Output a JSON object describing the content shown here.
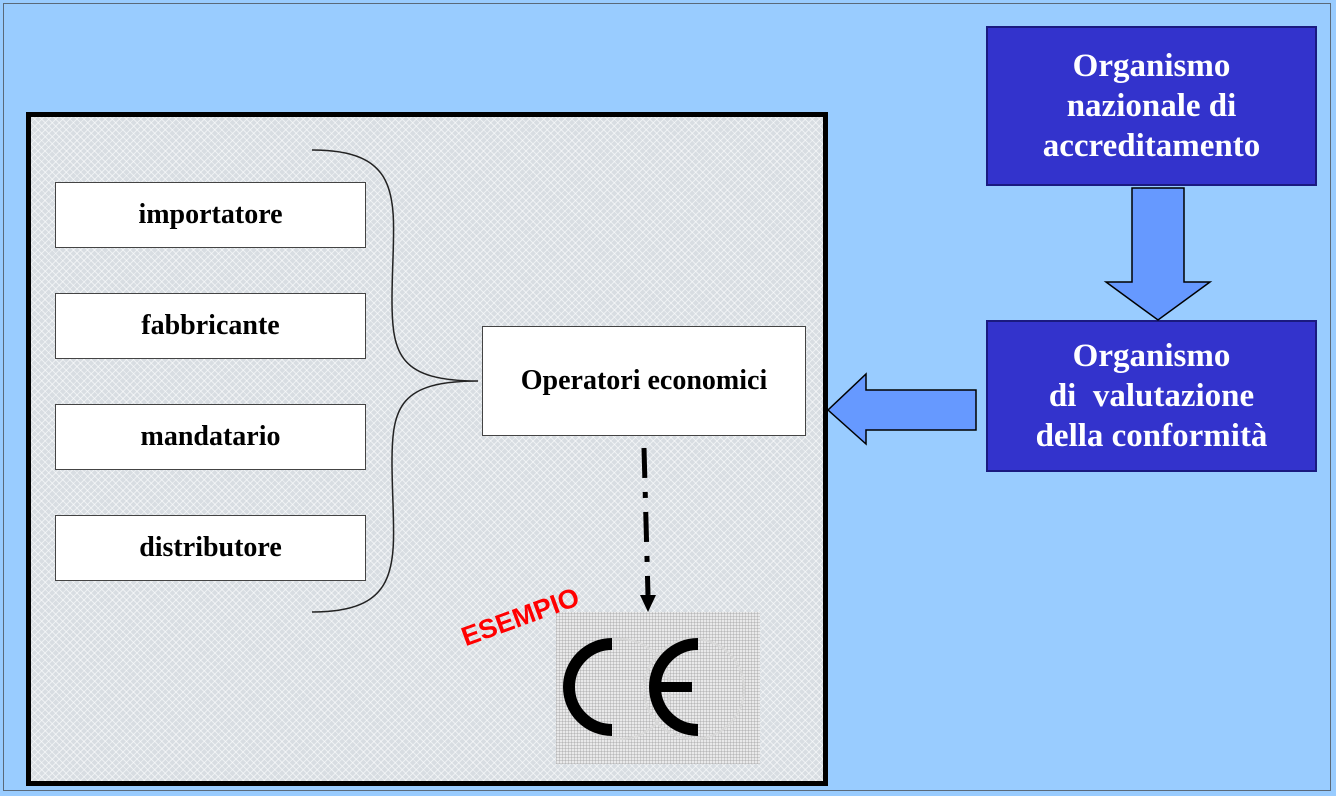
{
  "roles": [
    {
      "label": "importatore"
    },
    {
      "label": "fabbricante"
    },
    {
      "label": "mandatario"
    },
    {
      "label": "distributore"
    }
  ],
  "operators": {
    "label": "Operatori economici"
  },
  "accreditation_body": {
    "lines": [
      "Organismo",
      "nazionale di",
      "accreditamento"
    ]
  },
  "conformity_body": {
    "lines": [
      "Organismo",
      "di  valutazione",
      "della conformità"
    ]
  },
  "example_label": "ESEMPIO",
  "ce_mark_text": "CE",
  "colors": {
    "background": "#99ccff",
    "body_box": "#3333cc",
    "arrow_fill": "#6699ff",
    "example_text": "#ff0000"
  }
}
